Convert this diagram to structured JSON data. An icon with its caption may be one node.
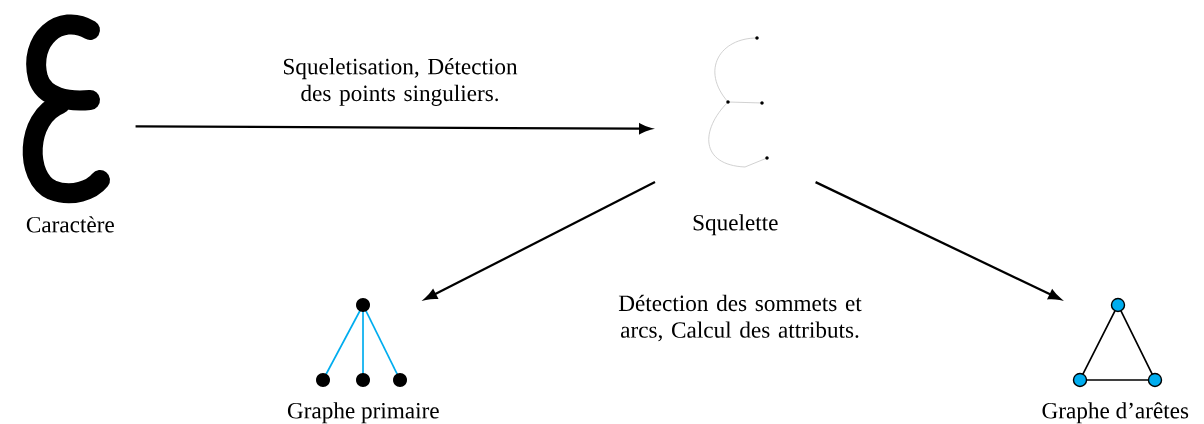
{
  "diagram": {
    "nodes": [
      {
        "text": [
          "Caractère"
        ]
      },
      {
        "text": [
          "Squelette"
        ]
      },
      {
        "text": [
          "Graphe primaire"
        ]
      },
      {
        "text": [
          "Graphe d’arêtes"
        ]
      }
    ],
    "edges": [
      {
        "from": 0,
        "to": 1,
        "arrow": "to",
        "label": "Squeletisation, Détection des points singuliers."
      },
      {
        "from": 1,
        "to": 2,
        "arrow": "to"
      },
      {
        "from": 1,
        "to": 3,
        "arrow": "to"
      }
    ],
    "labels": [
      "Détection des sommets et arcs, Calcul des attributs."
    ]
  }
}
